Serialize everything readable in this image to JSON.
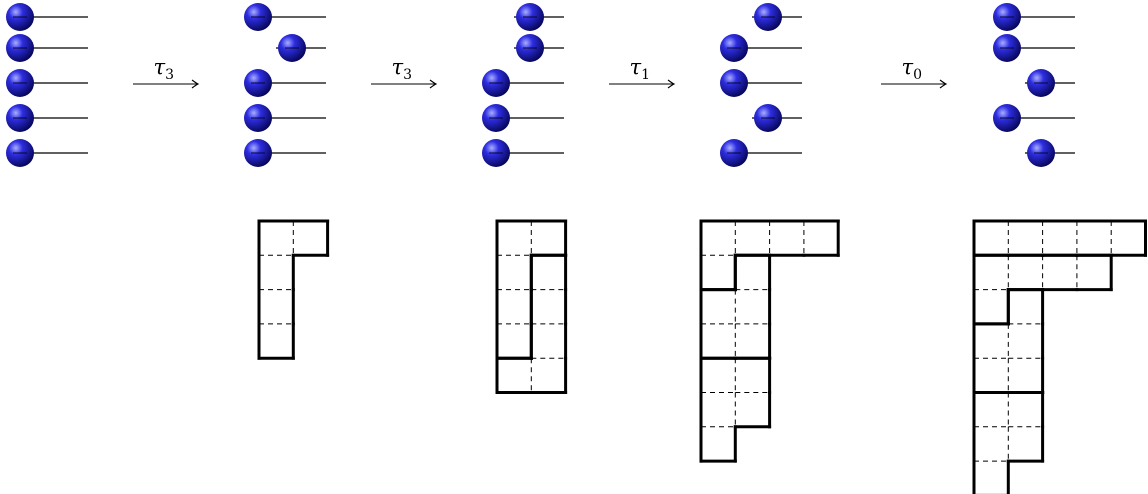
{
  "operators": [
    {
      "symbol": "τ",
      "index": "3"
    },
    {
      "symbol": "τ",
      "index": "3"
    },
    {
      "symbol": "τ",
      "index": "1"
    },
    {
      "symbol": "τ",
      "index": "0"
    }
  ],
  "colors": {
    "ball_light": "#9aa0ff",
    "ball_mid": "#2a2ad6",
    "ball_dark": "#0a0a6e",
    "line": "#000000"
  },
  "states": [
    {
      "rows": [
        "left",
        "left",
        "left",
        "left",
        "left"
      ]
    },
    {
      "rows": [
        "left",
        "right",
        "left",
        "left",
        "left"
      ]
    },
    {
      "rows": [
        "right",
        "right",
        "left",
        "left",
        "left"
      ]
    },
    {
      "rows": [
        "right",
        "left",
        "left",
        "right",
        "left"
      ]
    },
    {
      "rows": [
        "left",
        "left",
        "right",
        "left",
        "right"
      ]
    }
  ],
  "tableaux": [
    null,
    {
      "rows": [
        2,
        1,
        1,
        1
      ],
      "pieces": [
        [
          [
            0,
            0
          ],
          [
            0,
            1
          ],
          [
            1,
            0
          ],
          [
            2,
            0
          ],
          [
            3,
            0
          ]
        ]
      ]
    },
    {
      "rows": [
        2,
        2,
        2,
        2,
        2
      ],
      "pieces": [
        [
          [
            0,
            0
          ],
          [
            0,
            1
          ],
          [
            1,
            0
          ],
          [
            2,
            0
          ],
          [
            3,
            0
          ]
        ],
        [
          [
            1,
            1
          ],
          [
            2,
            1
          ],
          [
            3,
            1
          ],
          [
            4,
            1
          ],
          [
            4,
            0
          ]
        ]
      ]
    },
    {
      "rows": [
        4,
        2,
        2,
        2,
        2,
        2,
        1
      ],
      "pieces": [
        [
          [
            0,
            0
          ],
          [
            0,
            1
          ],
          [
            0,
            2
          ],
          [
            0,
            3
          ],
          [
            1,
            0
          ]
        ],
        [
          [
            1,
            1
          ],
          [
            2,
            1
          ],
          [
            3,
            1
          ],
          [
            2,
            0
          ],
          [
            3,
            0
          ]
        ],
        [
          [
            4,
            0
          ],
          [
            4,
            1
          ],
          [
            5,
            1
          ],
          [
            5,
            0
          ],
          [
            6,
            0
          ]
        ]
      ]
    },
    {
      "rows": [
        5,
        4,
        2,
        2,
        2,
        2,
        2,
        1
      ],
      "pieces": [
        [
          [
            0,
            0
          ],
          [
            0,
            1
          ],
          [
            0,
            2
          ],
          [
            0,
            3
          ],
          [
            0,
            4
          ]
        ],
        [
          [
            1,
            0
          ],
          [
            1,
            1
          ],
          [
            1,
            2
          ],
          [
            1,
            3
          ],
          [
            2,
            0
          ]
        ],
        [
          [
            2,
            1
          ],
          [
            3,
            1
          ],
          [
            4,
            1
          ],
          [
            3,
            0
          ],
          [
            4,
            0
          ]
        ],
        [
          [
            5,
            0
          ],
          [
            5,
            1
          ],
          [
            6,
            1
          ],
          [
            7,
            0
          ],
          [
            6,
            0
          ]
        ]
      ]
    }
  ]
}
